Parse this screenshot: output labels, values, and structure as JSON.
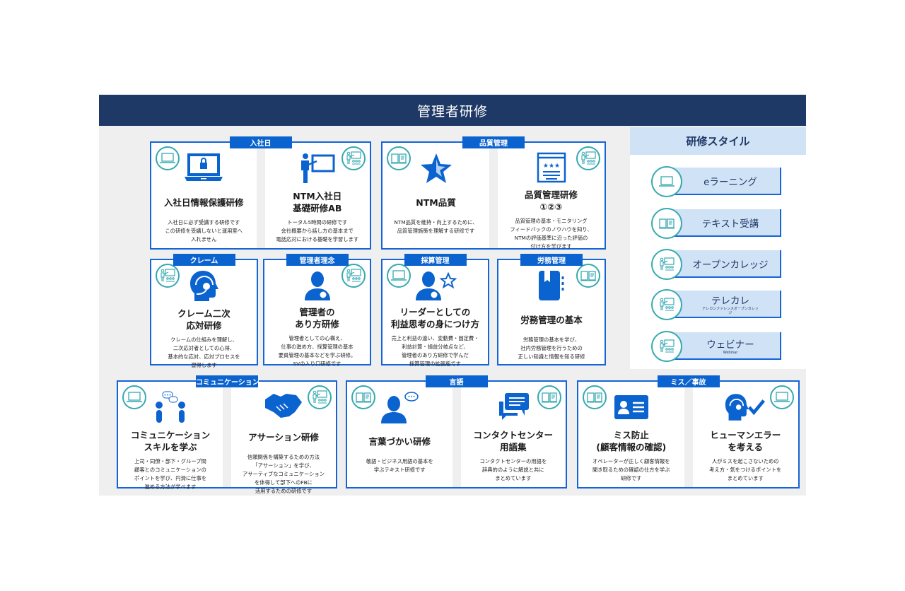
{
  "header": {
    "title": "管理者研修"
  },
  "side": {
    "title": "研修スタイル",
    "items": [
      {
        "label": "eラーニング",
        "sub": "",
        "icon": "laptop"
      },
      {
        "label": "テキスト受講",
        "sub": "",
        "icon": "book"
      },
      {
        "label": "オープンカレッジ",
        "sub": "",
        "icon": "teacher"
      },
      {
        "label": "テレカレ",
        "sub": "テレカンファレンスオープンカレッジ",
        "icon": "teacher"
      },
      {
        "label": "ウェビナー",
        "sub": "Webinar",
        "icon": "teacher"
      }
    ]
  },
  "groups": [
    {
      "label": "入社日",
      "cards": [
        {
          "titles": [
            "入社日情報保護研修"
          ],
          "descs": [
            "入社日に必ず受講する研修です",
            "この研修を受講しないと運用室へ",
            "入れません"
          ],
          "icon": "laptop-lock",
          "style": "laptop",
          "side": "left"
        },
        {
          "titles": [
            "NTM入社日",
            "基礎研修AB"
          ],
          "descs": [
            "トータル5時間の研修です",
            "会社概要から話し方の基本まで",
            "電話応対における基礎を学習します"
          ],
          "icon": "presenter",
          "style": "teacher",
          "side": "right"
        }
      ]
    },
    {
      "label": "品質管理",
      "cards": [
        {
          "titles": [
            "NTM品質"
          ],
          "descs": [
            "NTM品質を維持・向上するために、",
            "品質管理施策を理解する研修です"
          ],
          "icon": "star",
          "style": "book",
          "side": "left"
        },
        {
          "titles": [
            "品質管理研修",
            "①②③"
          ],
          "descs": [
            "品質管理の基本・モニタリング",
            "フィードバックのノウハウを知り、",
            "NTMの評価基準に沿った評価の",
            "付け方を学びます"
          ],
          "icon": "rating",
          "style": "teacher",
          "side": "right"
        }
      ]
    },
    {
      "label": "クレーム",
      "cards": [
        {
          "titles": [
            "クレーム二次",
            "応対研修"
          ],
          "descs": [
            "クレームの仕組みを理解し、",
            "二次応対者としての心得、",
            "基本的な応対、応対プロセスを",
            "習得します"
          ],
          "icon": "headset",
          "style": "teacher",
          "side": "left"
        }
      ]
    },
    {
      "label": "管理者理念",
      "cards": [
        {
          "titles": [
            "管理者の",
            "あり方研修"
          ],
          "descs": [
            "管理者としての心構え、",
            "仕事の進め方、採算管理の基本",
            "要員管理の基本などを学ぶ研修。",
            "SVの入り口研修です"
          ],
          "icon": "person-badge",
          "style": "teacher",
          "side": "right"
        }
      ]
    },
    {
      "label": "採算管理",
      "cards": [
        {
          "titles": [
            "リーダーとしての",
            "利益思考の身につけ方"
          ],
          "descs": [
            "売上と利益の違い、変動費・固定費・",
            "利益計算・損益分岐点など、",
            "管理者のあり方研修で学んだ",
            "採算管理の拡張版です"
          ],
          "icon": "person-star",
          "style": "laptop",
          "side": "left"
        }
      ]
    },
    {
      "label": "労務管理",
      "cards": [
        {
          "titles": [
            "労務管理の基本"
          ],
          "descs": [
            "労務管理の基本を学び、",
            "社内労務管理を行うための",
            "正しい知識と情報を知る研修"
          ],
          "icon": "notebook",
          "style": "book",
          "side": "right"
        }
      ]
    },
    {
      "label": "コミュニケーション",
      "cards": [
        {
          "titles": [
            "コミュニケーション",
            "スキルを学ぶ"
          ],
          "descs": [
            "上司・同僚・部下・グループ間",
            "顧客とのコミュニケーションの",
            "ポイントを学び、円滑に仕事を",
            "進める方法が学べます"
          ],
          "icon": "two-people",
          "style": "laptop",
          "side": "left"
        },
        {
          "titles": [
            "アサーション研修"
          ],
          "descs": [
            "信頼関係を構築するための方法",
            "「アサーション」を学び、",
            "アサーティブなコミュニケーション",
            "を体得して部下へのFBに",
            "活用するための研修です"
          ],
          "icon": "handshake",
          "style": "teacher",
          "side": "right"
        }
      ]
    },
    {
      "label": "言語",
      "cards": [
        {
          "titles": [
            "言葉づかい研修"
          ],
          "descs": [
            "敬語・ビジネス用語の基本を",
            "学ぶテキスト研修です"
          ],
          "icon": "person-chat",
          "style": "book",
          "side": "left"
        },
        {
          "titles": [
            "コンタクトセンター",
            "用語集"
          ],
          "descs": [
            "コンタクトセンターの用語を",
            "辞典的のように解説と共に",
            "まとめています"
          ],
          "icon": "chat",
          "style": "book",
          "side": "right"
        }
      ]
    },
    {
      "label": "ミス／事故",
      "cards": [
        {
          "titles": [
            "ミス防止",
            "(顧客情報の確認)"
          ],
          "descs": [
            "オペレーターが正しく顧客情報を",
            "聞き取るための確認の仕方を学ぶ",
            "研修です"
          ],
          "icon": "id-card",
          "style": "book",
          "side": "left"
        },
        {
          "titles": [
            "ヒューマンエラー",
            "を考える"
          ],
          "descs": [
            "人がミスを起こさないための",
            "考え方・気をつけるポイントを",
            "まとめています"
          ],
          "icon": "headset-check",
          "style": "laptop",
          "side": "right"
        }
      ]
    }
  ],
  "colors": {
    "navy": "#1f3966",
    "blue": "#0b63cf",
    "teal": "#36a9b0",
    "light_blue": "#cfe2f6"
  }
}
